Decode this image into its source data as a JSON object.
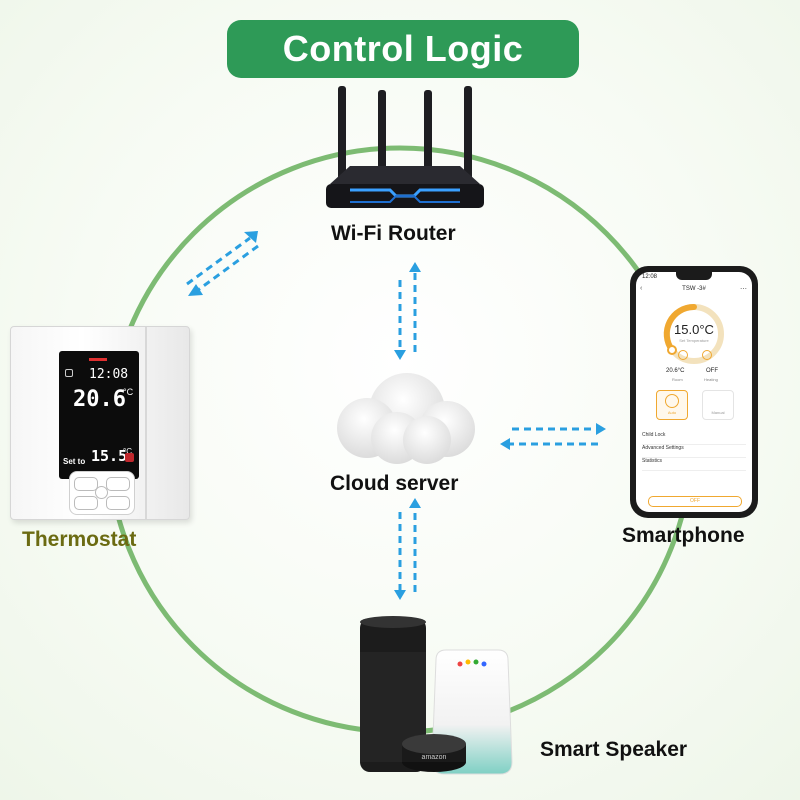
{
  "title": "Control Logic",
  "nodes": {
    "router": "Wi-Fi Router",
    "cloud": "Cloud server",
    "thermostat": "Thermostat",
    "smartphone": "Smartphone",
    "speaker": "Smart Speaker"
  },
  "thermostat_screen": {
    "clock": "12:08",
    "current_temp": "20.6",
    "current_unit": "°C",
    "set_label": "Set to",
    "set_temp": "15.5",
    "set_unit": "°C"
  },
  "phone": {
    "time": "12:08",
    "device_name": "TSW -3#",
    "set_temp": "15.0°C",
    "set_caption": "Set Temperature",
    "room_temp": "20.6°C",
    "room_label": "Room",
    "heating_state": "OFF",
    "heating_label": "Heating",
    "mode_auto": "Auto",
    "mode_manual": "Manual",
    "menu": [
      "Child Lock",
      "Advanced Settings",
      "Statistics"
    ],
    "power_button": "OFF"
  },
  "speaker_brand": "amazon",
  "colors": {
    "banner": "#2e9a57",
    "ring": "#7dbb73",
    "arrows": "#2a9fe0",
    "thermostat_label": "#6b6b12",
    "phone_accent": "#f0a830"
  }
}
